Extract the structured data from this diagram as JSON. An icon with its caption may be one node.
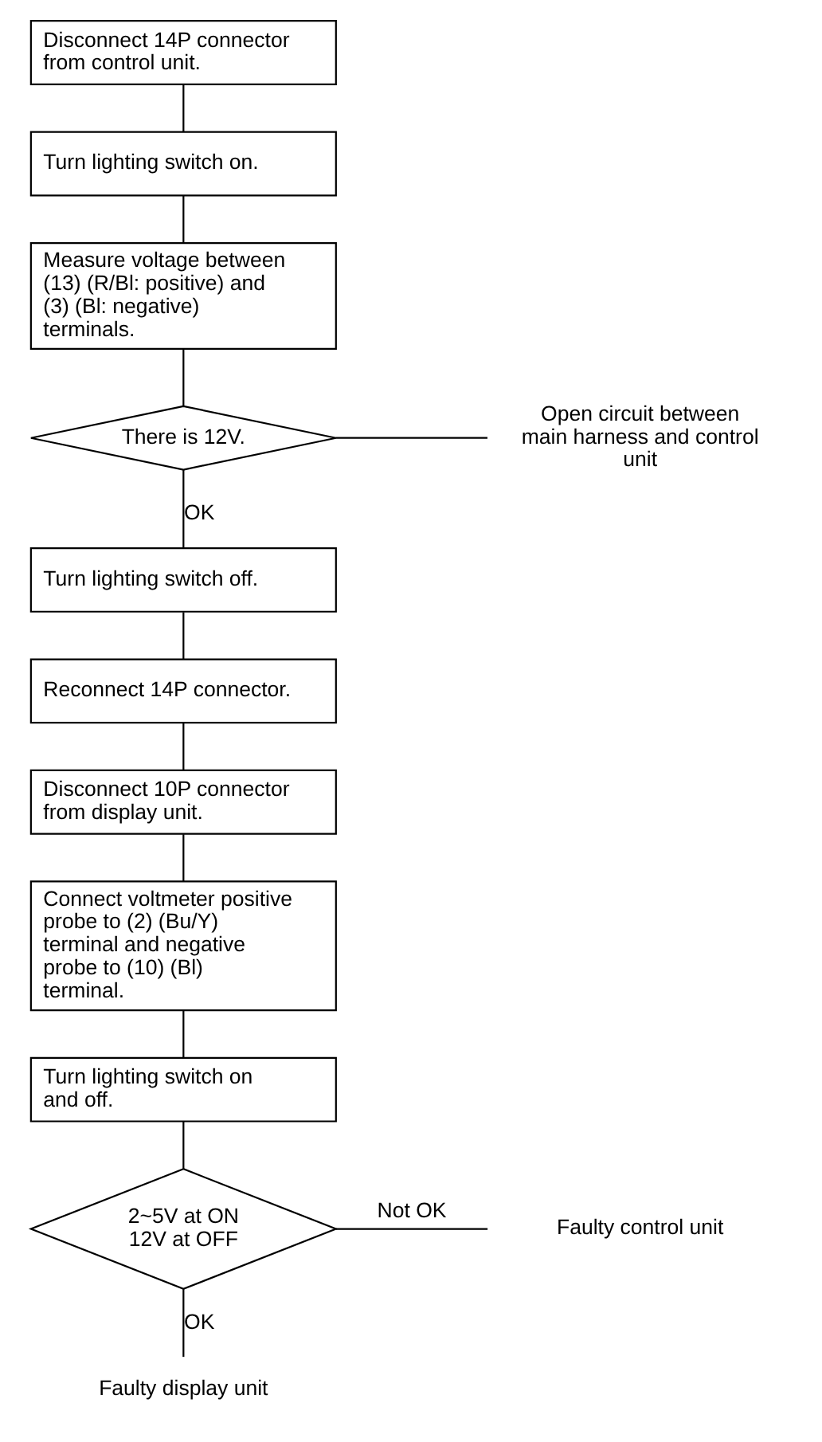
{
  "diagram": {
    "nodes": [
      {
        "text": [
          "Disconnect 14P connector from control unit."
        ]
      },
      {
        "text": [
          "Turn lighting switch on."
        ]
      },
      {
        "text": [
          "Measure voltage between (13) (R/Bl: positive) and (3) (Bl: negative) terminals."
        ]
      },
      {
        "text": [
          "There is 12V."
        ]
      },
      {
        "text": [
          "Open circuit between main harness and control unit"
        ]
      },
      {
        "text": [
          "Turn lighting switch off."
        ]
      },
      {
        "text": [
          "Reconnect 14P connector."
        ]
      },
      {
        "text": [
          "Disconnect 10P connector from display unit."
        ]
      },
      {
        "text": [
          "Connect voltmeter positive probe to (2) (Bu/Y) terminal and negative probe to (10) (Bl) terminal."
        ]
      },
      {
        "text": [
          "Turn lighting switch on and off."
        ]
      },
      {
        "text": [
          "2~5V at ON 12V at OFF"
        ]
      },
      {
        "text": [
          "Faulty control unit"
        ]
      },
      {
        "text": [
          "Faulty display unit"
        ]
      }
    ],
    "edges": [
      {
        "from": 0,
        "to": 1,
        "arrow": "none"
      },
      {
        "from": 1,
        "to": 2,
        "arrow": "none"
      },
      {
        "from": 2,
        "to": 3,
        "arrow": "none"
      },
      {
        "from": 3,
        "to": 4,
        "arrow": "none"
      },
      {
        "from": 3,
        "to": 5,
        "label": "OK",
        "arrow": "none"
      },
      {
        "from": 5,
        "to": 6,
        "arrow": "none"
      },
      {
        "from": 6,
        "to": 7,
        "arrow": "none"
      },
      {
        "from": 7,
        "to": 8,
        "arrow": "none"
      },
      {
        "from": 8,
        "to": 9,
        "arrow": "none"
      },
      {
        "from": 9,
        "to": 10,
        "arrow": "none"
      },
      {
        "from": 10,
        "to": 11,
        "label": "Not OK",
        "arrow": "none"
      },
      {
        "from": 10,
        "to": 12,
        "label": "OK",
        "arrow": "none"
      }
    ]
  }
}
